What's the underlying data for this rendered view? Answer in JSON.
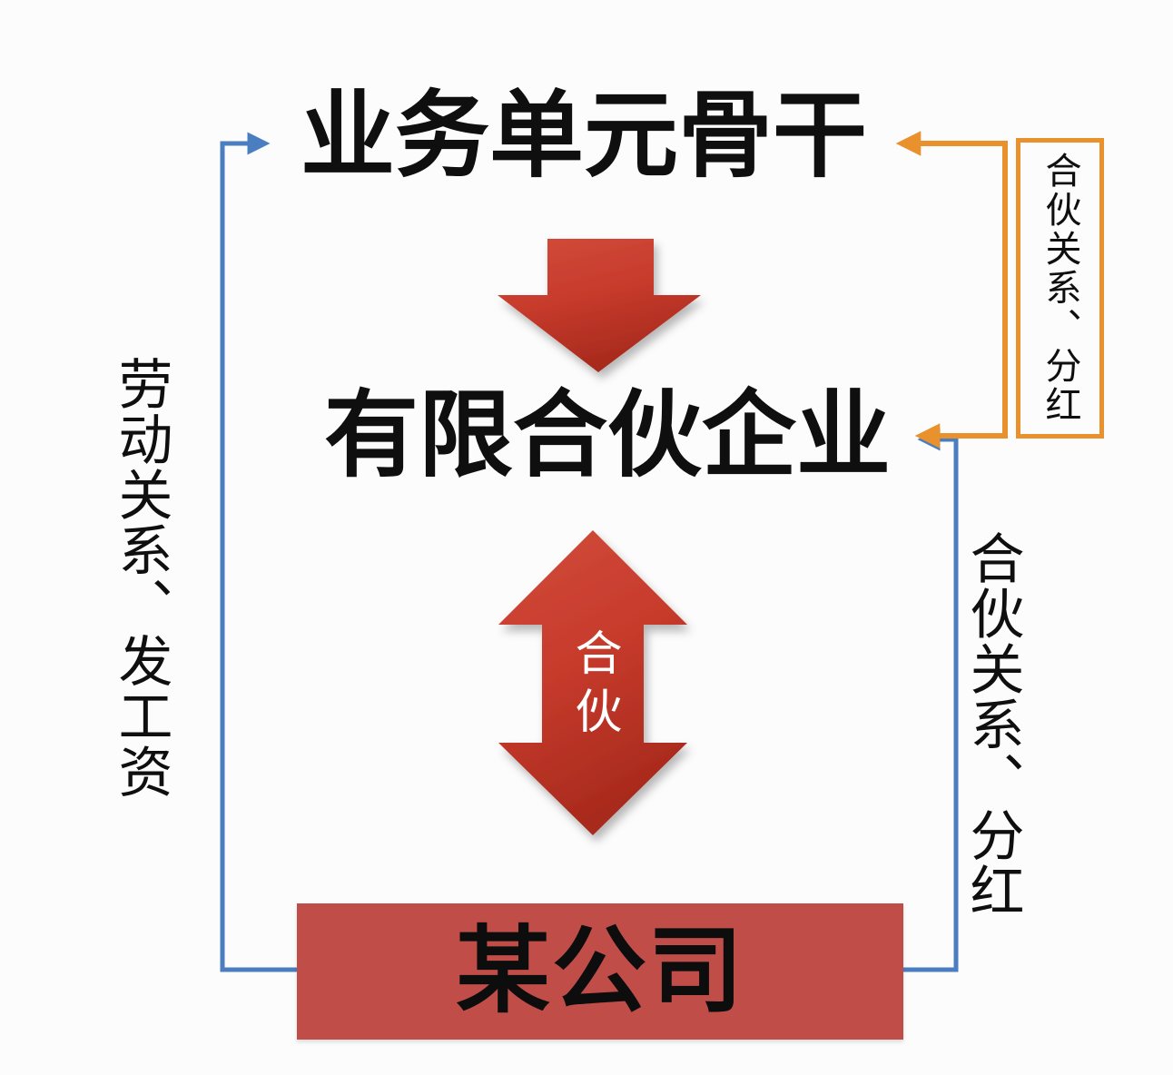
{
  "nodes": {
    "top": {
      "label": "业务单元骨干"
    },
    "middle": {
      "label": "有限合伙企业"
    },
    "bottom": {
      "label": "某公司"
    }
  },
  "connectors": {
    "partnership_arrow_label": "合伙",
    "left_relation_label": "劳动关系、发工资",
    "right_relation_label": "合伙关系、分红",
    "callout_box_label": "合伙关系、分红"
  },
  "colors": {
    "background": "#fcfcfd",
    "text_black": "#0f0f0f",
    "blue_connector": "#4a7ec1",
    "orange_connector": "#e8912d",
    "red_box": "#c14d49",
    "red_shape_light": "#d24c3a",
    "red_shape_mid": "#c73b2c",
    "red_shape_dark": "#a82a1d",
    "arrow_text_white": "#ffffff"
  }
}
